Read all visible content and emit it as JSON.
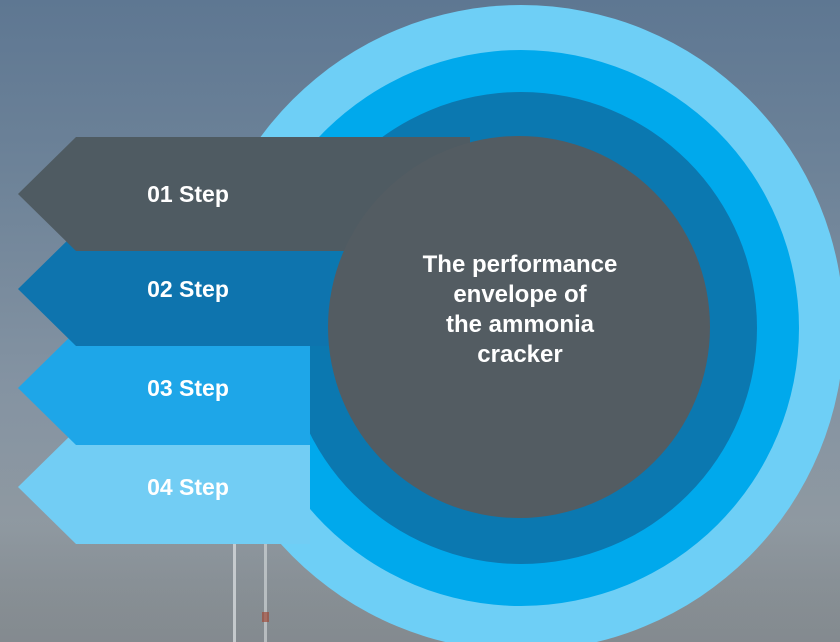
{
  "diagram": {
    "center_title": "The performance\nenvelope of\nthe ammonia\ncracker",
    "steps": [
      {
        "label": "01 Step",
        "color": "#4f5b62",
        "text_color": "#ffffff"
      },
      {
        "label": "02 Step",
        "color": "#0e74ae",
        "text_color": "#ffffff"
      },
      {
        "label": "03 Step",
        "color": "#1ea6e8",
        "text_color": "#ffffff"
      },
      {
        "label": "04 Step",
        "color": "#72cdf4",
        "text_color": "#ffffff"
      }
    ],
    "rings": {
      "outer": "#6ecff6",
      "second": "#00a9ec",
      "third": "#0b78b0",
      "core": "#535c62"
    },
    "background": "blurred sky with wind turbine"
  }
}
